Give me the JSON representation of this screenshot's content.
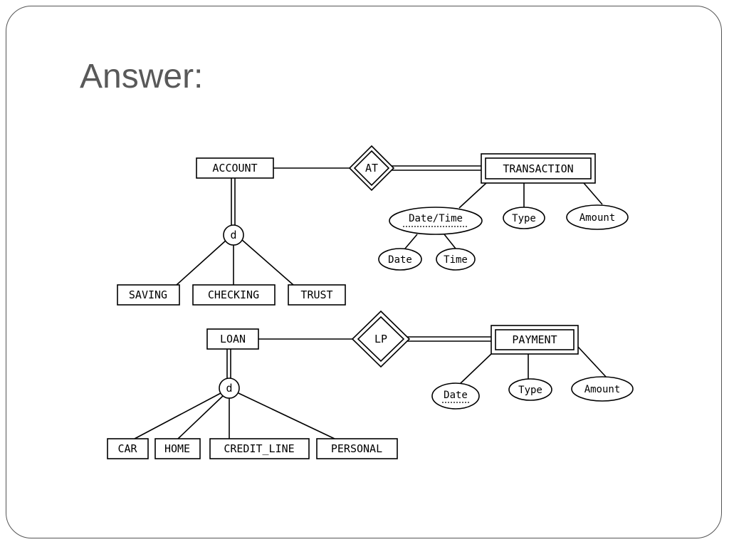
{
  "slide": {
    "title": "Answer:"
  },
  "diagram": {
    "entities": {
      "account": "ACCOUNT",
      "transaction": "TRANSACTION",
      "saving": "SAVING",
      "checking": "CHECKING",
      "trust": "TRUST",
      "loan": "LOAN",
      "payment": "PAYMENT",
      "car": "CAR",
      "home": "HOME",
      "credit_line": "CREDIT_LINE",
      "personal": "PERSONAL"
    },
    "relationships": {
      "at": "AT",
      "lp": "LP"
    },
    "attributes": {
      "transaction_datetime": "Date/Time",
      "transaction_date": "Date",
      "transaction_time": "Time",
      "transaction_type": "Type",
      "transaction_amount": "Amount",
      "payment_date": "Date",
      "payment_type": "Type",
      "payment_amount": "Amount"
    },
    "specializations": {
      "account": "d",
      "loan": "d"
    }
  }
}
